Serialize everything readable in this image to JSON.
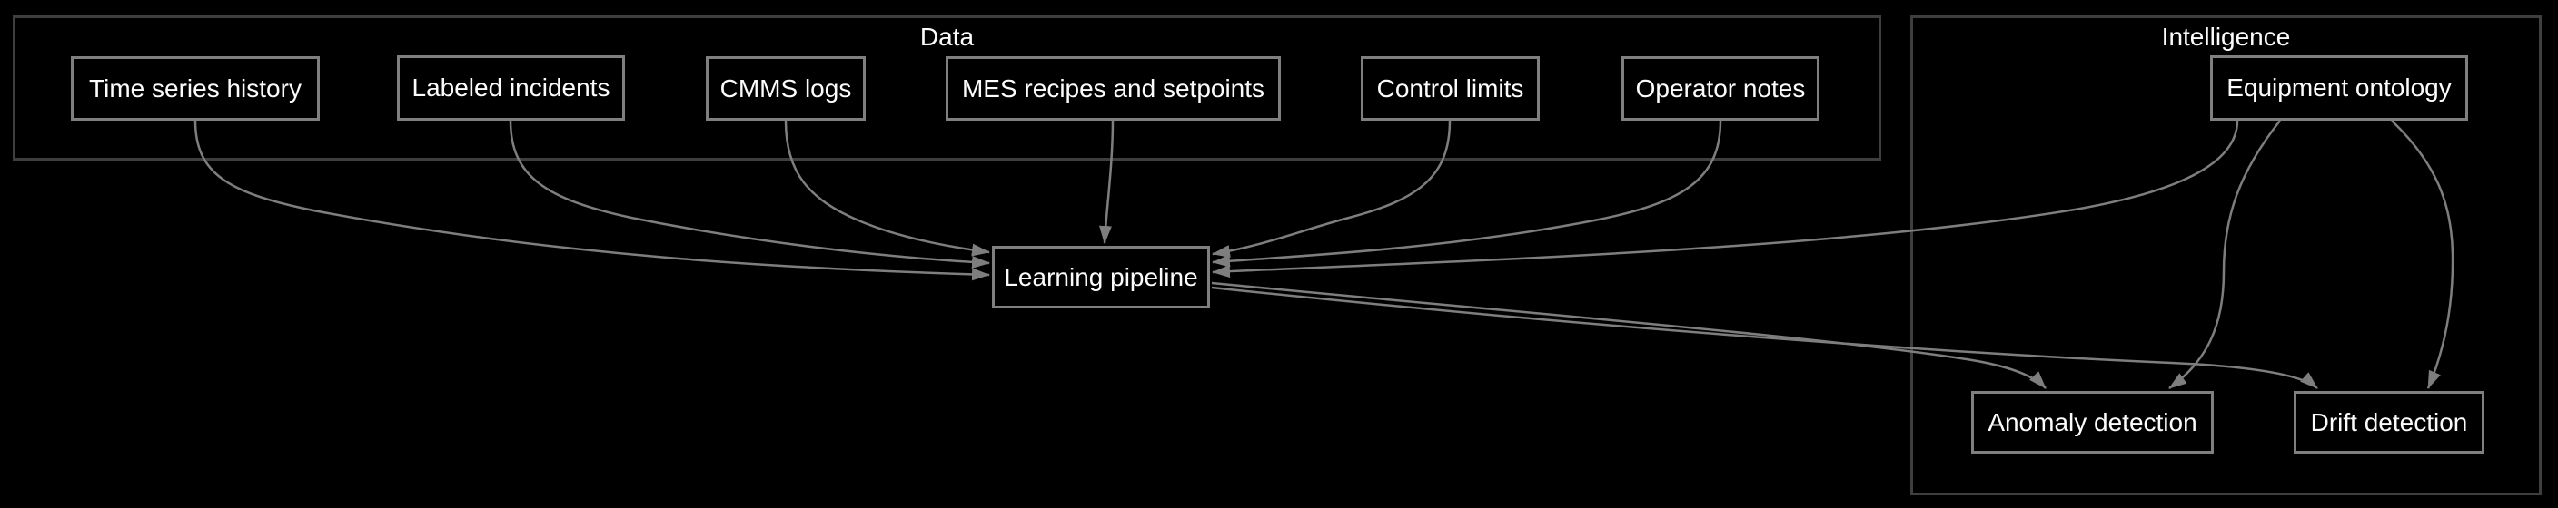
{
  "diagram": {
    "type": "flowchart",
    "background_color": "#000000",
    "colors": {
      "node_border": "#7f7f7f",
      "node_fill": "#000000",
      "cluster_border": "#3f3f3f",
      "edge": "#7e7e7e",
      "text": "#fcfcfc"
    },
    "clusters": [
      {
        "id": "data",
        "label": "Data"
      },
      {
        "id": "intelligence",
        "label": "Intelligence"
      }
    ],
    "nodes": [
      {
        "id": "time-series-history",
        "label": "Time series history",
        "cluster": "data"
      },
      {
        "id": "labeled-incidents",
        "label": "Labeled incidents",
        "cluster": "data"
      },
      {
        "id": "cmms-logs",
        "label": "CMMS logs",
        "cluster": "data"
      },
      {
        "id": "mes-recipes-and-setpoints",
        "label": "MES recipes and setpoints",
        "cluster": "data"
      },
      {
        "id": "control-limits",
        "label": "Control limits",
        "cluster": "data"
      },
      {
        "id": "operator-notes",
        "label": "Operator notes",
        "cluster": "data"
      },
      {
        "id": "equipment-ontology",
        "label": "Equipment ontology",
        "cluster": "intelligence"
      },
      {
        "id": "learning-pipeline",
        "label": "Learning pipeline",
        "cluster": null
      },
      {
        "id": "anomaly-detection",
        "label": "Anomaly detection",
        "cluster": "intelligence"
      },
      {
        "id": "drift-detection",
        "label": "Drift detection",
        "cluster": "intelligence"
      }
    ],
    "edges": [
      {
        "from": "time-series-history",
        "to": "learning-pipeline"
      },
      {
        "from": "labeled-incidents",
        "to": "learning-pipeline"
      },
      {
        "from": "cmms-logs",
        "to": "learning-pipeline"
      },
      {
        "from": "mes-recipes-and-setpoints",
        "to": "learning-pipeline"
      },
      {
        "from": "control-limits",
        "to": "learning-pipeline"
      },
      {
        "from": "operator-notes",
        "to": "learning-pipeline"
      },
      {
        "from": "equipment-ontology",
        "to": "learning-pipeline"
      },
      {
        "from": "learning-pipeline",
        "to": "anomaly-detection"
      },
      {
        "from": "learning-pipeline",
        "to": "drift-detection"
      },
      {
        "from": "equipment-ontology",
        "to": "anomaly-detection"
      },
      {
        "from": "equipment-ontology",
        "to": "drift-detection"
      }
    ]
  }
}
